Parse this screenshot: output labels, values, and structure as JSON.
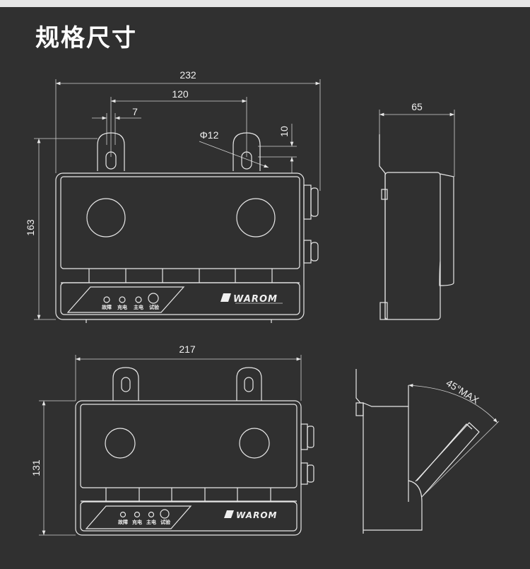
{
  "title": "规格尺寸",
  "dimensions": {
    "front_width": "232",
    "bracket_spacing": "120",
    "slot_width": "7",
    "hole_diameter": "Φ12",
    "hole_offset": "10",
    "front_height": "163",
    "side_depth": "65",
    "rear_width": "217",
    "rear_height": "131",
    "cover_angle": "45°MAX"
  },
  "panel": {
    "indicators": [
      "故障",
      "充电",
      "主电",
      "试验"
    ],
    "brand": "WAROM"
  },
  "colors": {
    "background": "#303030",
    "line": "#e8e8e8",
    "topbar": "#e6e6e6"
  }
}
